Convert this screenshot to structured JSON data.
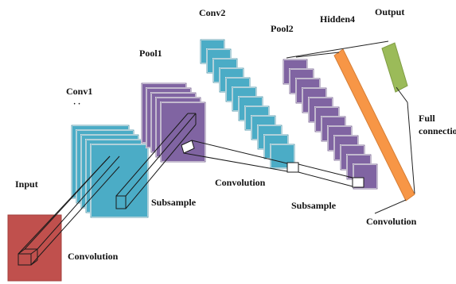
{
  "labels": {
    "input": "Input",
    "conv1": "Conv1",
    "pool1": "Pool1",
    "conv2": "Conv2",
    "pool2": "Pool2",
    "hidden4": "Hidden4",
    "output": "Output",
    "full_line1": "Full",
    "full_line2": "connection",
    "convolution_1": "Convolution",
    "subsample_1": "Subsample",
    "convolution_2": "Convolution",
    "subsample_2": "Subsample",
    "convolution_3": "Convolution"
  },
  "layers": {
    "input": {
      "maps": 1,
      "color": "#c0504d"
    },
    "conv1": {
      "maps": 5,
      "color": "#4bacc6"
    },
    "pool1": {
      "maps": 5,
      "color": "#8064a2"
    },
    "conv2": {
      "maps": 12,
      "color": "#4bacc6"
    },
    "pool2": {
      "maps": 12,
      "color": "#8064a2"
    },
    "hidden4": {
      "color": "#f79646"
    },
    "output": {
      "color": "#9bbb59"
    }
  }
}
